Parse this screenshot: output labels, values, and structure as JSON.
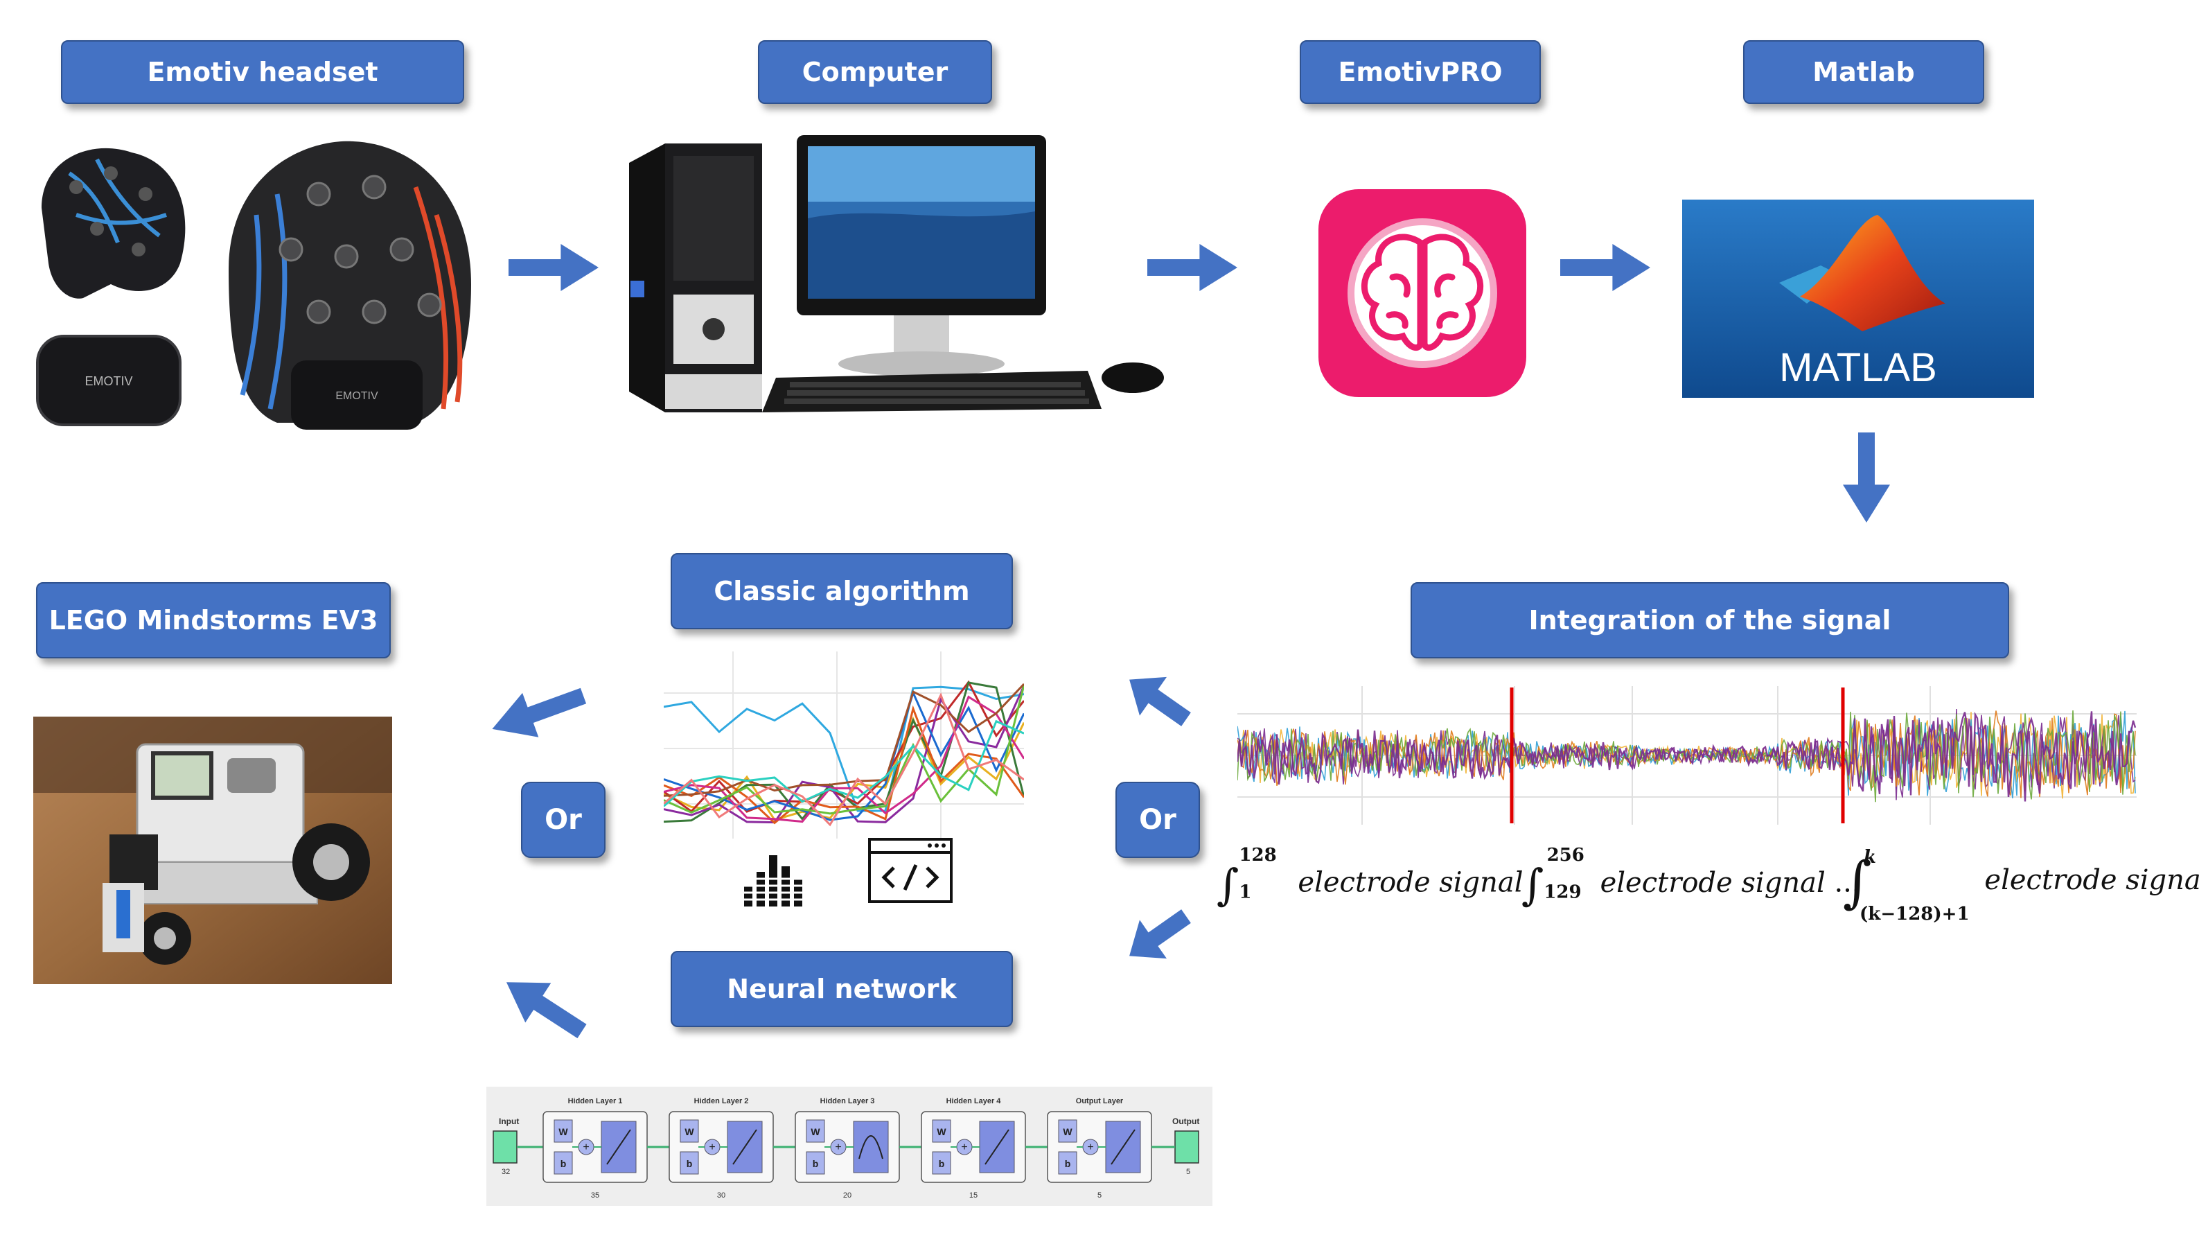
{
  "labels": {
    "headset": "Emotiv headset",
    "computer": "Computer",
    "emotivpro": "EmotivPRO",
    "matlab": "Matlab",
    "integration": "Integration of the signal",
    "classic": "Classic algorithm",
    "neural": "Neural network",
    "lego": "LEGO Mindstorms EV3",
    "or_left": "Or",
    "or_right": "Or"
  },
  "headset_device_text": "EMOTIV",
  "matlab_logo_text": "MATLAB",
  "integrals": [
    {
      "lower": "1",
      "upper": "128",
      "text": "electrode signal",
      "suffix": ""
    },
    {
      "lower": "129",
      "upper": "256",
      "text": "electrode signal",
      "suffix": "..."
    },
    {
      "lower": "(k−128)+1",
      "upper": "k",
      "text": "electrode signal",
      "suffix": ""
    }
  ],
  "neural_net": {
    "input_label": "Input",
    "input_size": "32",
    "output_label": "Output",
    "output_size": "5",
    "layers": [
      {
        "name": "Hidden Layer 1",
        "size": "35"
      },
      {
        "name": "Hidden Layer 2",
        "size": "30"
      },
      {
        "name": "Hidden Layer 3",
        "size": "20"
      },
      {
        "name": "Hidden Layer 4",
        "size": "15"
      },
      {
        "name": "Output Layer",
        "size": "5"
      }
    ],
    "weight_label": "W",
    "bias_label": "b"
  },
  "colors": {
    "box": "#4472c4",
    "arrow": "#4472c4",
    "emotivpro_pink": "#ec1c6c",
    "matlab_bg": "#1a5ea8",
    "signal_divider": "#e00000"
  }
}
